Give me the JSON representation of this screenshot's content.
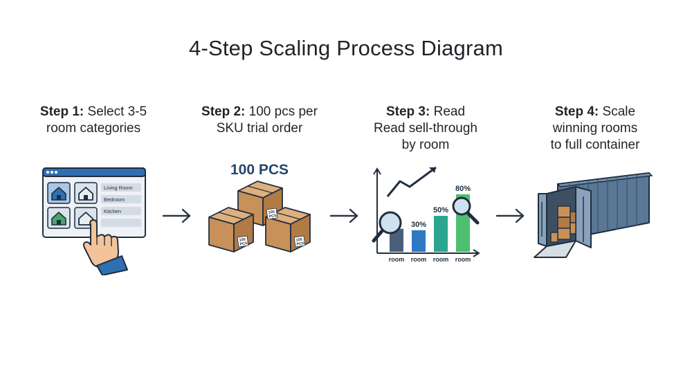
{
  "title": "4-Step Scaling Process Diagram",
  "steps": [
    {
      "prefix": "Step 1:",
      "line1": " Select 3-5",
      "line2": "room categories",
      "line3": ""
    },
    {
      "prefix": "Step 2:",
      "line1": " 100 pcs per",
      "line2": "SKU trial order",
      "line3": ""
    },
    {
      "prefix": "Step 3:",
      "line1": " Read",
      "line2": "Read sell-through",
      "line3": "by room"
    },
    {
      "prefix": "Step 4:",
      "line1": " Scale",
      "line2": "winning rooms",
      "line3": "to full container"
    }
  ],
  "step1_browser": {
    "menu_items": [
      "Living Room",
      "Bedroom",
      "Kitchen"
    ]
  },
  "step2_boxes": {
    "heading": "100 PCS",
    "box_label_line1": "100",
    "box_label_line2": "PCS"
  },
  "chart_data": {
    "type": "bar",
    "categories": [
      "room",
      "room",
      "room",
      "room"
    ],
    "values": [
      30,
      30,
      50,
      80
    ],
    "data_labels": [
      "",
      "30%",
      "50%",
      "80%"
    ],
    "colors": [
      "#4c5f7a",
      "#2f78c4",
      "#2aa58f",
      "#4dbf6e"
    ],
    "title": "",
    "xlabel": "",
    "ylabel": ""
  },
  "colors": {
    "outline": "#1f2d3d",
    "navy": "#25466b",
    "box": "#c8915a",
    "container": "#5a7795"
  }
}
